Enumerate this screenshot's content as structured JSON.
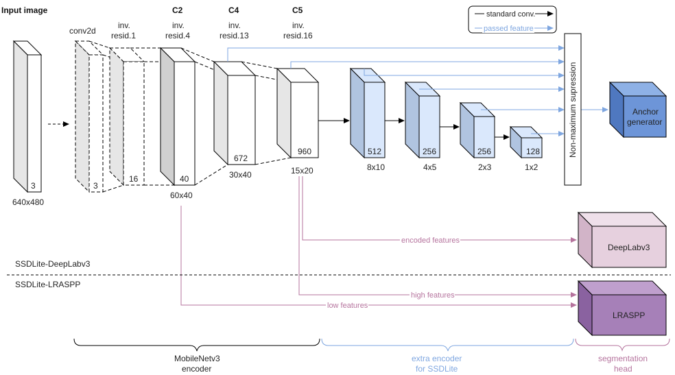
{
  "input": {
    "title": "Input image",
    "channels": "3",
    "size": "640x480"
  },
  "layers": {
    "conv2d": {
      "label": "conv2d",
      "channels": "3"
    },
    "resid1": {
      "label_line1": "inv.",
      "label_line2": "resid.1",
      "channels": "16"
    },
    "resid4": {
      "stage": "C2",
      "label_line1": "inv.",
      "label_line2": "resid.4",
      "channels": "40",
      "size": "60x40"
    },
    "resid13": {
      "stage": "C4",
      "label_line1": "inv.",
      "label_line2": "resid.13",
      "channels": "672",
      "size": "30x40"
    },
    "resid16": {
      "stage": "C5",
      "label_line1": "inv.",
      "label_line2": "resid.16",
      "channels": "960",
      "size": "15x20"
    }
  },
  "extra_blocks": [
    {
      "channels": "512",
      "size": "8x10"
    },
    {
      "channels": "256",
      "size": "4x5"
    },
    {
      "channels": "256",
      "size": "2x3"
    },
    {
      "channels": "128",
      "size": "1x2"
    }
  ],
  "legend": {
    "standard": "standard conv.",
    "passed": "passed feature"
  },
  "nms": {
    "label": "Non-maximum supression"
  },
  "anchor": {
    "line1": "Anchor",
    "line2": "generator"
  },
  "heads": {
    "deeplab": "DeepLabv3",
    "lraspp": "LRASPP"
  },
  "arrow_labels": {
    "encoded": "encoded features",
    "high": "high features",
    "low": "low features"
  },
  "variants": {
    "top": "SSDLite-DeepLabv3",
    "bottom": "SSDLite-LRASPP"
  },
  "braces": {
    "encoder_line1": "MobileNetv3",
    "encoder_line2": "encoder",
    "extra_line1": "extra encoder",
    "extra_line2": "for SSDLite",
    "seg_line1": "segmentation",
    "seg_line2": "head"
  },
  "colors": {
    "blue_arrow": "#7ea6e0",
    "purple_arrow": "#b5739d",
    "extra_block_fill": "#dae8fc",
    "anchor_fill": "#6d95d8",
    "deeplab_fill": "#e6d0de",
    "lraspp_fill": "#a680b8"
  }
}
